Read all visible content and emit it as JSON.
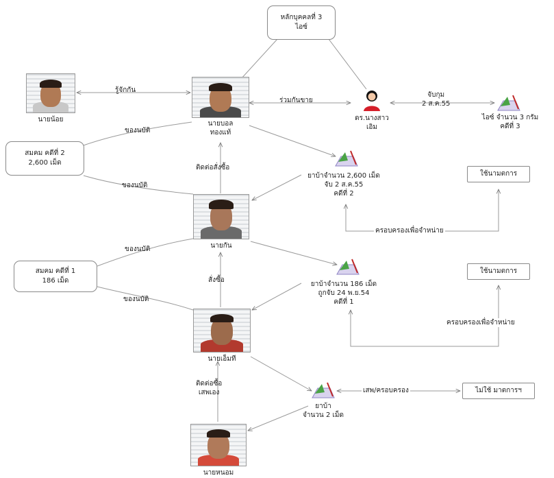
{
  "nodes": {
    "top_box": [
      "หลักบุคคลที่ 3",
      "ไอซ์"
    ],
    "buyer2_box": [
      "สมคม คดีที่ 2",
      "2,600 เม็ด"
    ],
    "buyer1_box": [
      "สมคม คดีที่ 1",
      "186 เม็ด"
    ],
    "right_box1": "ใช้นามตการ",
    "right_box2": "ใช้นามตการ",
    "right_box3": "ไม่ใช้ มาตการฯ",
    "person_left": "นายน้อย",
    "person_top": [
      "นายบอล",
      "ทองแท้"
    ],
    "woman": [
      "ดร.นางสาว",
      "เอิม"
    ],
    "person_mid": "นายกัน",
    "person_low": "นายเอ็มที",
    "person_bottom": "นายหนอม"
  },
  "drugs": {
    "d_top_right": [
      "ไอซ์ จำนวน 3 กรัม",
      "คดีที่ 3"
    ],
    "d_mid": [
      "ยาบ้าจำนวน 2,600 เม็ด",
      "จับ 2 ส.ค.55",
      "คดีที่ 2"
    ],
    "d_low": [
      "ยาบ้าจำนวน 186 เม็ด",
      "ถูกจับ 24 พ.ย.54",
      "คดีที่ 1"
    ],
    "d_bottom": [
      "ยาบ้า",
      "จำนวน 2 เม็ด"
    ]
  },
  "edge_labels": {
    "rukan": "รู้จักกัน",
    "ruamkhai": "ร่วมกันขาย",
    "date_woman": [
      "จับกุม",
      "2 ส.ค.55"
    ],
    "chongnabat1": "ของนบัติ",
    "chongnabat2": "ของนบัติ",
    "chongnabat3": "ของนบัติ",
    "chongnabat4": "ของนบัติ",
    "tidto": "ติดต่อสั่งซื้อ",
    "songsue": "สั่งซื้อ",
    "tidto2": [
      "ติดต่อซื้อ",
      "เสพเอง"
    ],
    "possess1": "ครอบครองเพื่อจำหน่าย",
    "possess2": "ครอบครองเพื่อจำหน่าย",
    "possess3": "เสพ/ครอบครอง"
  }
}
